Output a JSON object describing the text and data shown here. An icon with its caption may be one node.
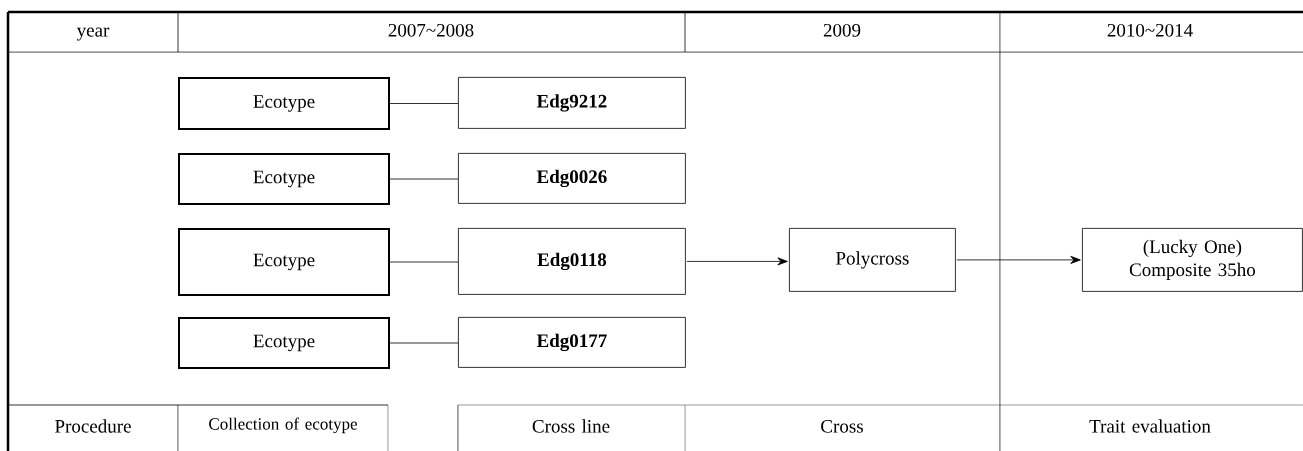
{
  "diagram": {
    "nodes": [
      {
        "text": [
          "Ecotype"
        ]
      },
      {
        "text": [
          "**Edg9212**"
        ]
      },
      {
        "text": [
          "Ecotype"
        ]
      },
      {
        "text": [
          "**Edg0026**"
        ]
      },
      {
        "text": [
          "Ecotype"
        ]
      },
      {
        "text": [
          "**Edg0118**"
        ]
      },
      {
        "text": [
          "Polycross"
        ]
      },
      {
        "text": [
          "(Lucky One) Composite 35ho"
        ]
      },
      {
        "text": [
          "Ecotype"
        ]
      },
      {
        "text": [
          "**Edg0177**"
        ]
      }
    ],
    "edges": [
      {
        "from": 0,
        "to": 1,
        "arrow": "none"
      },
      {
        "from": 2,
        "to": 3,
        "arrow": "none"
      },
      {
        "from": 4,
        "to": 5,
        "arrow": "none"
      },
      {
        "from": 8,
        "to": 9,
        "arrow": "none"
      },
      {
        "from": 5,
        "to": 6,
        "arrow": "to"
      },
      {
        "from": 6,
        "to": 7,
        "arrow": "to"
      }
    ],
    "labels": [
      "year",
      "2007~2008",
      "2009",
      "2010~2014",
      "Procedure",
      "Collection of ecotype",
      "Cross line",
      "Cross",
      "Trait evaluation"
    ]
  }
}
